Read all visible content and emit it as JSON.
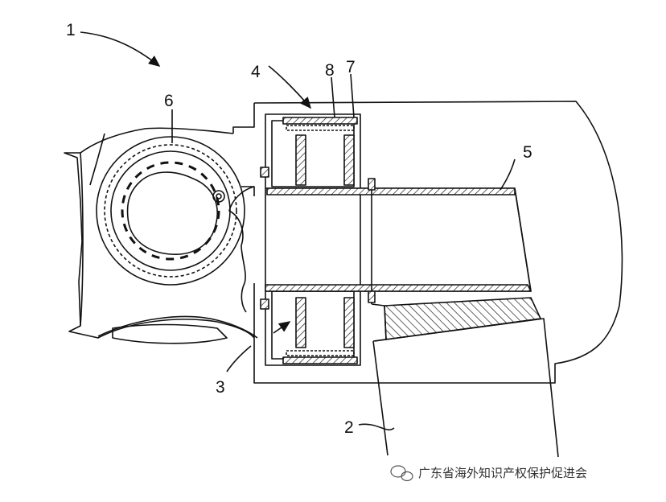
{
  "figure": {
    "ref_labels": [
      {
        "id": "1",
        "text": "1"
      },
      {
        "id": "2",
        "text": "2"
      },
      {
        "id": "3",
        "text": "3"
      },
      {
        "id": "4",
        "text": "4"
      },
      {
        "id": "5",
        "text": "5"
      },
      {
        "id": "6",
        "text": "6"
      },
      {
        "id": "7",
        "text": "7"
      },
      {
        "id": "8",
        "text": "8"
      }
    ]
  },
  "watermark": {
    "icon": "wechat-icon",
    "text": "广东省海外知识产权保护促进会"
  },
  "colors": {
    "line": "#111111",
    "background": "#ffffff"
  }
}
